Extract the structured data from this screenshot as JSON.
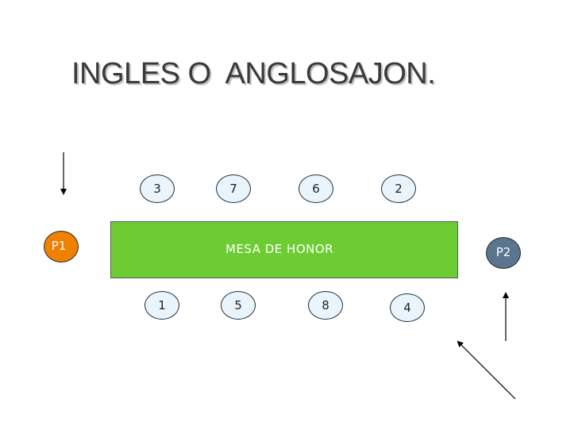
{
  "title": "INGLES O  ANGLOSAJON.",
  "table": {
    "label": "MESA DE HONOR",
    "color": "#6dcc34"
  },
  "seats_top": [
    "3",
    "7",
    "6",
    "2"
  ],
  "seats_bottom": [
    "1",
    "5",
    "8",
    "4"
  ],
  "hosts": {
    "p1": {
      "label": "P1",
      "color": "#f08000"
    },
    "p2": {
      "label": "P2",
      "color": "#5b7590"
    }
  }
}
